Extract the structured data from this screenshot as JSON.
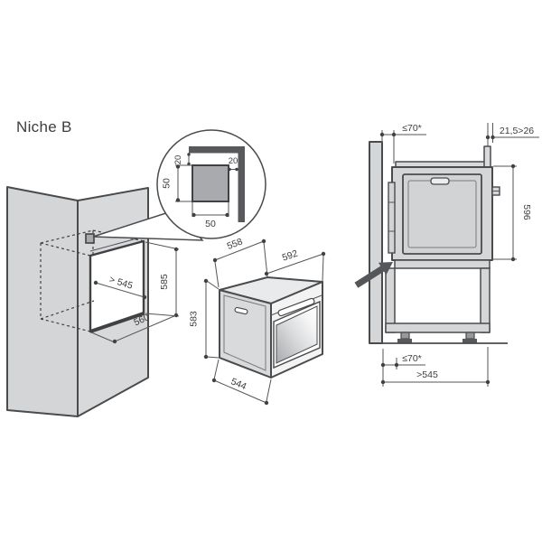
{
  "title": "Niche B",
  "colors": {
    "outline": "#4a4b4d",
    "panel_gray": "#d6d7d9",
    "dark_gray": "#58595b",
    "vent_square": "#a8aaad",
    "text": "#3b3d40",
    "background": "#ffffff"
  },
  "niche_view": {
    "label_width": "> 545",
    "label_height": "585",
    "label_depth": "560"
  },
  "corner_detail": {
    "label_top_gap": "20",
    "label_side_gap": "20",
    "label_square_height": "50",
    "label_square_width": "50"
  },
  "oven_view": {
    "label_depth_top": "558",
    "label_width_top": "592",
    "label_height": "583",
    "label_depth_bottom": "544"
  },
  "installation_view": {
    "label_top_clearance": "≤70*",
    "label_front_clearance": "21,5>26",
    "label_oven_height": "596",
    "label_bottom_clearance": "≤70*",
    "label_min_depth": ">545"
  }
}
